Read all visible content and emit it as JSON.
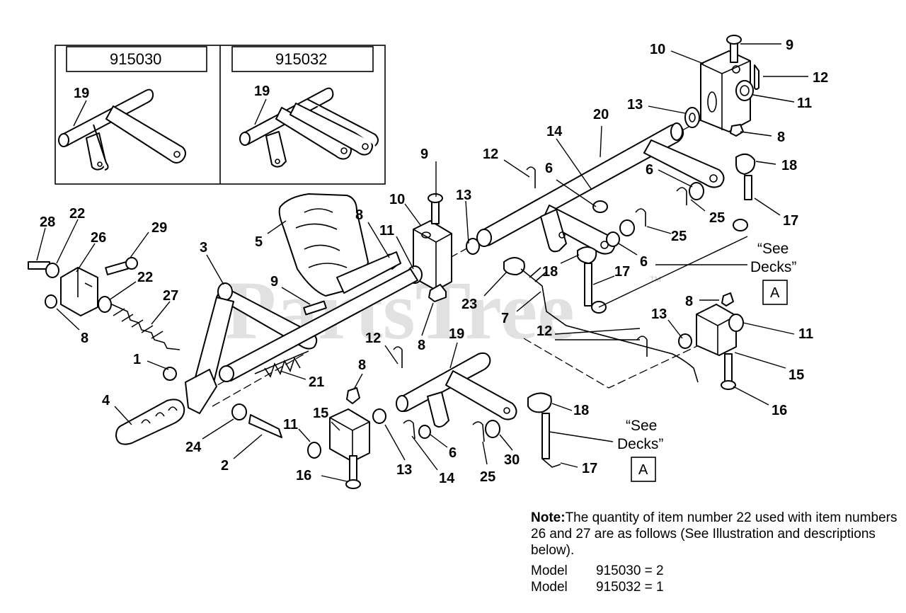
{
  "inset": {
    "left_model": "915030",
    "right_model": "915032",
    "left_callout": "19",
    "right_callout": "19"
  },
  "callouts": {
    "n9_top": "9",
    "n10_top": "10",
    "n12_top": "12",
    "n11_top": "11",
    "n13_top": "13",
    "n8_top": "8",
    "n20": "20",
    "n14_top": "14",
    "n18_top": "18",
    "n6_upper": "6",
    "n17_top": "17",
    "n25_a": "25",
    "n25_b": "25",
    "n6_right": "6",
    "n12_mid": "12",
    "n9_mid": "9",
    "n6_mid": "6",
    "n13_mid": "13",
    "n10_mid": "10",
    "n8_mid": "8",
    "n11_mid": "11",
    "n5": "5",
    "n3": "3",
    "n28": "28",
    "n22_top": "22",
    "n26": "26",
    "n29": "29",
    "n22_low": "22",
    "n27": "27",
    "n8_left": "8",
    "n9_left": "9",
    "n18_mid": "18",
    "n17_mid": "17",
    "n23": "23",
    "n7": "7",
    "n8_right": "8",
    "n13_right": "13",
    "n11_right": "11",
    "n12_low": "12",
    "n15_right": "15",
    "n16_right": "16",
    "n1": "1",
    "n21": "21",
    "n12_left": "12",
    "n19": "19",
    "n8_center": "8",
    "n8_low": "8",
    "n4": "4",
    "n24": "24",
    "n2": "2",
    "n11_low": "11",
    "n15_low": "15",
    "n16_low": "16",
    "n13_low": "13",
    "n14_low": "14",
    "n6_low": "6",
    "n25_low": "25",
    "n30": "30",
    "n18_low": "18",
    "n17_low": "17"
  },
  "see_decks": {
    "upper_line1": "“See",
    "upper_line2": "Decks”",
    "upper_box": "A",
    "lower_line1": "“See",
    "lower_line2": "Decks”",
    "lower_box": "A"
  },
  "watermark": {
    "text": "PartsTree",
    "tm": "TM"
  },
  "note": {
    "label": "Note:",
    "body": "The quantity of item number 22 used with item numbers 26 and 27 are as follows (See Illustration and descriptions below).",
    "models": [
      {
        "word": "Model",
        "value": "915030 = 2"
      },
      {
        "word": "Model",
        "value": "915032 = 1"
      }
    ]
  }
}
